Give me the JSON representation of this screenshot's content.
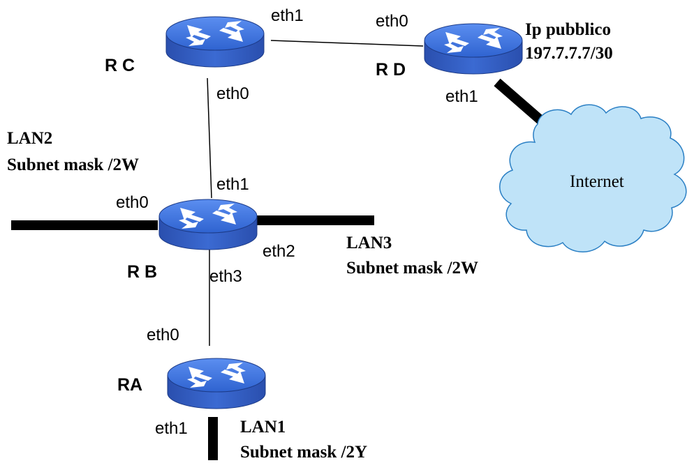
{
  "routers": {
    "rc": {
      "name": "R C",
      "port_a": "eth1",
      "port_b": "eth0"
    },
    "rd": {
      "name": "R D",
      "port_a": "eth0",
      "port_b": "eth1",
      "public_ip_title": "Ip pubblico",
      "public_ip": "197.7.7.7/30"
    },
    "rb": {
      "name": "R B",
      "port_up": "eth1",
      "port_left": "eth0",
      "port_right": "eth2",
      "port_down": "eth3"
    },
    "ra": {
      "name": "RA",
      "port_up": "eth0",
      "port_down": "eth1"
    }
  },
  "lans": {
    "lan2": {
      "name": "LAN2",
      "mask": "Subnet mask /2W"
    },
    "lan3": {
      "name": "LAN3",
      "mask": "Subnet mask /2W"
    },
    "lan1": {
      "name": "LAN1",
      "mask": "Subnet mask /2Y"
    }
  },
  "internet": {
    "label": "Internet"
  },
  "colors": {
    "router_top": "#3a6fd8",
    "router_side": "#2d55b8",
    "router_arrows": "#ffffff",
    "cloud_fill": "#bfe3f8",
    "cloud_stroke": "#2a7fc4",
    "link": "#000000"
  }
}
